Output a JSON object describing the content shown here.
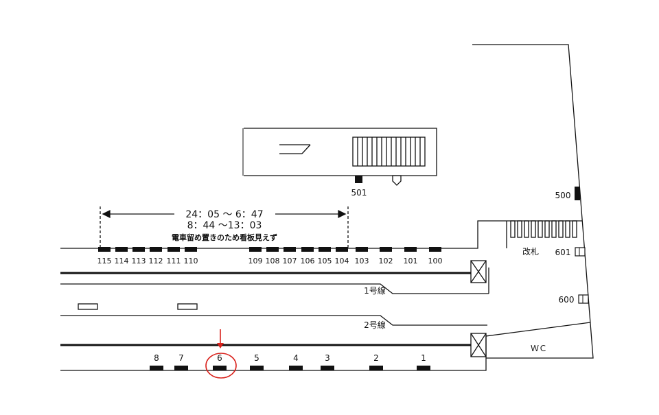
{
  "colors": {
    "line": "#111111",
    "highlight": "#d9221c",
    "background": "#ffffff"
  },
  "notice": {
    "time1": "24：05 ～ 6：47",
    "time2": "8：44 ～13：03",
    "text": "電車留め置きのため看板見えず"
  },
  "platform1_boards": [
    "115",
    "114",
    "113",
    "112",
    "111",
    "110",
    "109",
    "108",
    "107",
    "106",
    "105",
    "104",
    "103",
    "102",
    "101",
    "100"
  ],
  "platform2_boards": [
    "8",
    "7",
    "6",
    "5",
    "4",
    "3",
    "2",
    "1"
  ],
  "track_labels": {
    "track1": "1号線",
    "track2": "2号線"
  },
  "facility_labels": {
    "ticket_gate": "改札",
    "toilet": "ＷＣ"
  },
  "other_boards": {
    "b501": "501",
    "b500": "500",
    "b601": "601",
    "b600": "600"
  },
  "highlighted_board": "6"
}
